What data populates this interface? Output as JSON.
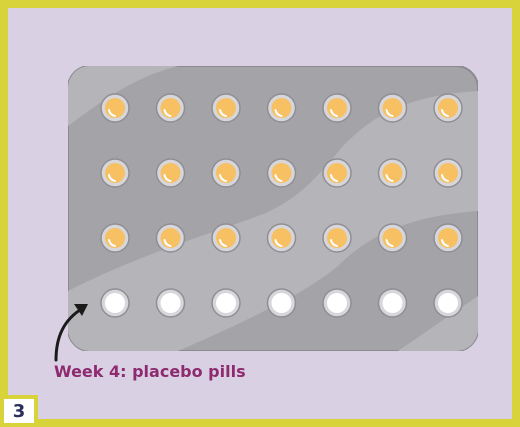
{
  "caption": "Week 4: placebo pills",
  "panel_number": "3",
  "colors": {
    "frame": "#d8d23b",
    "background": "#d9d1e3",
    "blister_pack": "#a3a3a8",
    "active_pill": "#f6c063",
    "placebo_pill": "#ffffff",
    "caption": "#8e2a6f"
  },
  "pill_grid": {
    "rows": [
      {
        "kind": "active",
        "count": 7
      },
      {
        "kind": "active",
        "count": 7
      },
      {
        "kind": "active",
        "count": 7
      },
      {
        "kind": "placebo",
        "count": 7
      }
    ]
  },
  "icons": [
    "curved-arrow-icon"
  ]
}
